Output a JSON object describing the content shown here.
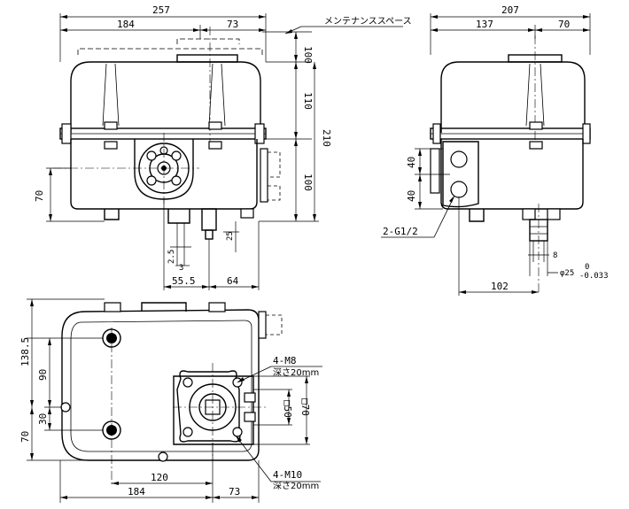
{
  "note_maintenance": "メンテナンススペース",
  "front": {
    "width_total": "257",
    "width_left": "184",
    "width_right": "73",
    "height_space": "100",
    "height_upper": "110",
    "height_lower": "100",
    "height_total": "210",
    "height_left": "70",
    "dim_2_5": "2.5",
    "dim_3": "3",
    "dim_55_5": "55.5",
    "dim_64": "64",
    "dim_25": "25"
  },
  "side": {
    "width_total": "207",
    "width_left": "137",
    "width_right": "70",
    "dim_40_top": "40",
    "dim_40_bottom": "40",
    "port_label": "2-G1/2",
    "dim_8": "8",
    "shaft_dia_prefix": "φ25",
    "shaft_tol_upper": "0",
    "shaft_tol_lower": "-0.033",
    "dim_102": "102"
  },
  "bottom": {
    "dim_138_5": "138.5",
    "dim_90": "90",
    "dim_30": "30",
    "dim_70": "70",
    "thread_m8": "4-M8",
    "depth_20_a": "深さ20mm",
    "sq_50": "□50",
    "sq_70": "□70",
    "dim_120": "120",
    "width_left": "184",
    "width_right": "73",
    "thread_m10": "4-M10",
    "depth_20_b": "深さ20mm"
  }
}
